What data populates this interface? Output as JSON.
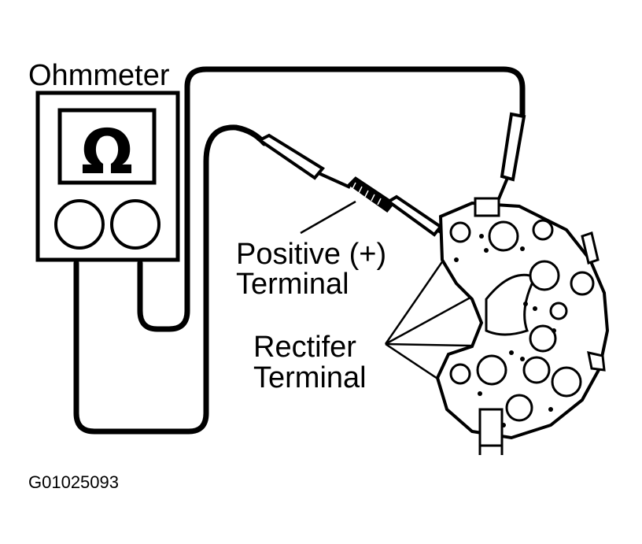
{
  "labels": {
    "device": "Ohmmeter",
    "display_symbol": "Ω",
    "positive_line1": "Positive (+)",
    "positive_line2": "Terminal",
    "rectifier_line1": "Rectifer",
    "rectifier_line2": "Terminal",
    "figure_id": "G01025093"
  },
  "icons": {
    "meter": "ohmmeter-icon",
    "rectifier": "rectifier-assembly-icon"
  },
  "colors": {
    "ink": "#000000",
    "paper": "#ffffff"
  }
}
